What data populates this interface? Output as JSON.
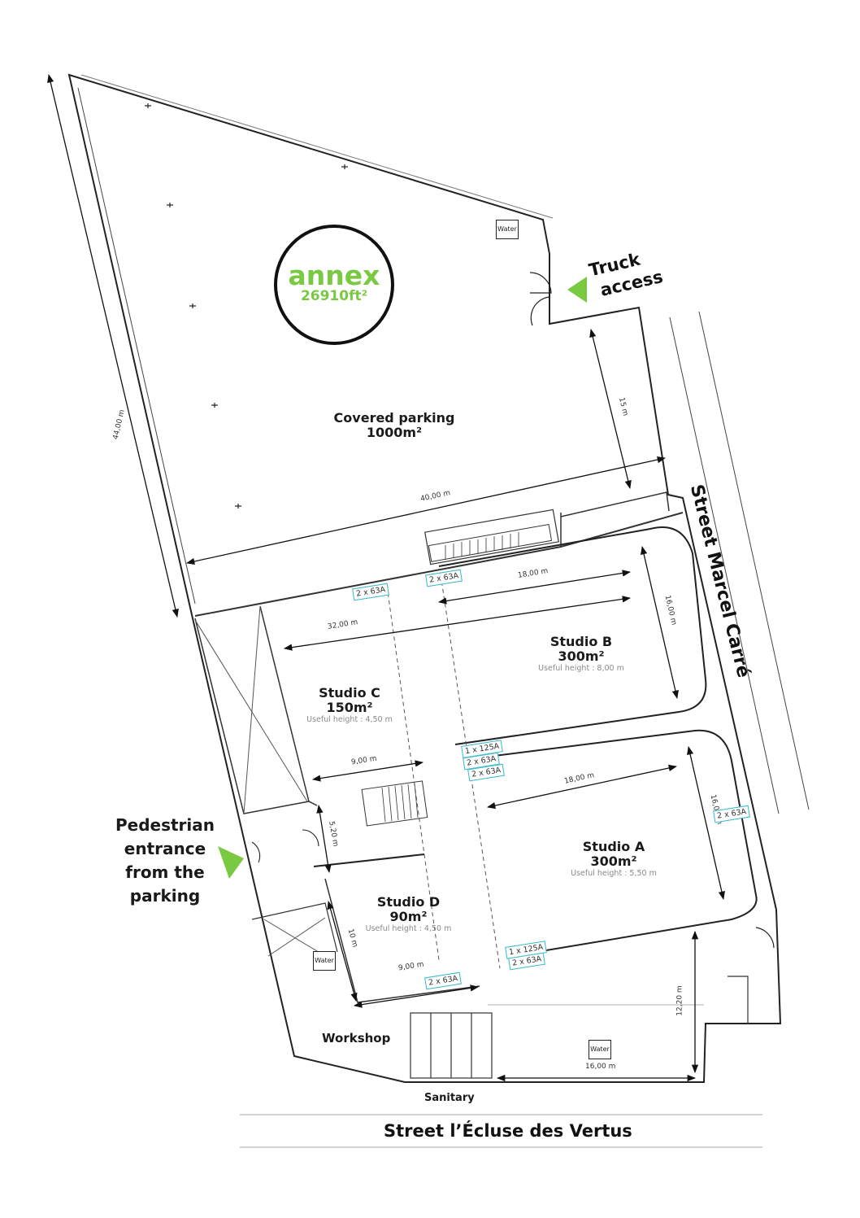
{
  "annex": {
    "label": "annex",
    "area": "26910ft²",
    "color": "#7ac943"
  },
  "rooms": {
    "parking": {
      "name": "Covered parking",
      "area": "1000m²"
    },
    "studio_b": {
      "name": "Studio B",
      "area": "300m²",
      "height": "Useful height : 8,00 m"
    },
    "studio_c": {
      "name": "Studio C",
      "area": "150m²",
      "height": "Useful height : 4,50 m"
    },
    "studio_a": {
      "name": "Studio A",
      "area": "300m²",
      "height": "Useful height : 5,50 m"
    },
    "studio_d": {
      "name": "Studio D",
      "area": "90m²",
      "height": "Useful height : 4,50 m"
    },
    "workshop": {
      "name": "Workshop"
    },
    "sanitary": {
      "name": "Sanitary"
    }
  },
  "access": {
    "truck_line1": "Truck",
    "truck_line2": "access",
    "pedestrian_line1": "Pedestrian",
    "pedestrian_line2": "entrance",
    "pedestrian_line3": "from the",
    "pedestrian_line4": "parking",
    "arrow_color": "#7ac943"
  },
  "streets": {
    "east": "Street Marcel Carré",
    "south": "Street l’Écluse des Vertus"
  },
  "dimensions": {
    "d44": "44,00 m",
    "d15": "15 m",
    "d40": "40,00 m",
    "d18b": "18,00 m",
    "d16b": "16,00 m",
    "d32": "32,00 m",
    "d9c": "9,00 m",
    "d18a": "18,00 m",
    "d16a": "16,00 m",
    "d520": "5,20 m",
    "d10": "10 m",
    "d9d": "9,00 m",
    "d1220": "12,20 m",
    "d16w": "16,00 m"
  },
  "power": {
    "p1": "2 x 63A",
    "p2": "2 x 63A",
    "p3a": "1 x 125A",
    "p3b": "2 x 63A",
    "p4": "2 x 63A",
    "p5": "2 x 63A",
    "p6a": "1 x 125A",
    "p6b": "2 x 63A",
    "p7": "2 x 63A",
    "cyan": "#34b9c9"
  },
  "water_label": "Water"
}
